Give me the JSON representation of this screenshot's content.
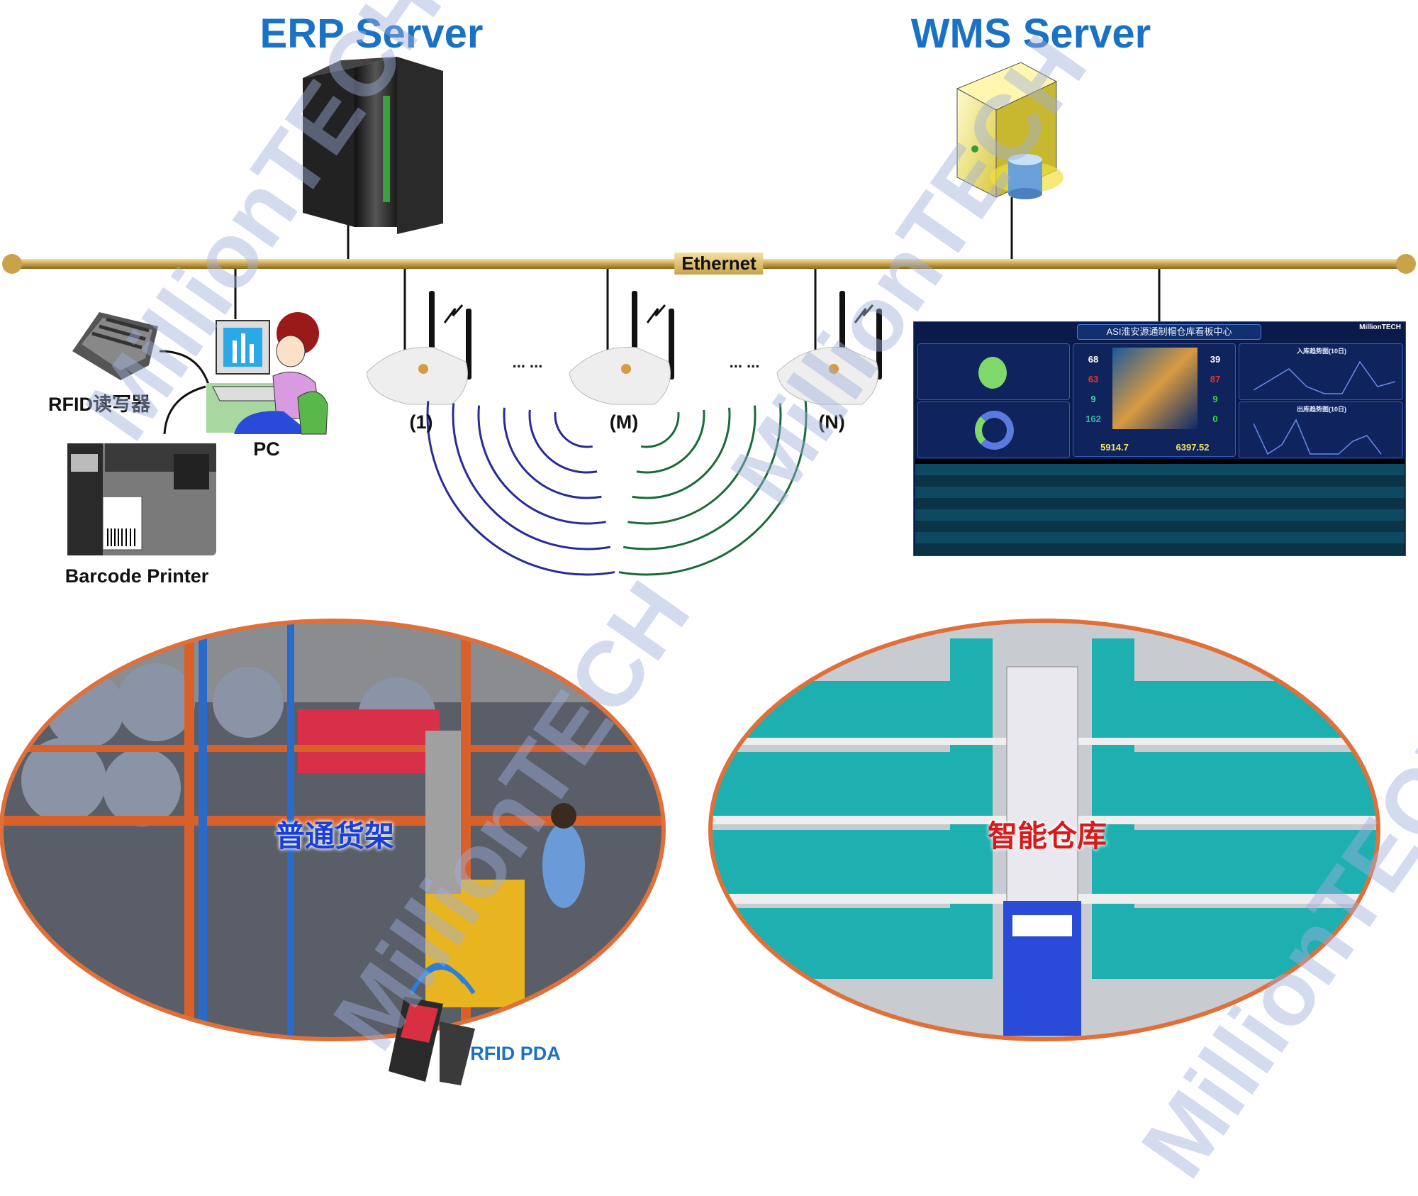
{
  "titles": {
    "erp": "ERP  Server",
    "wms": "WMS Server"
  },
  "network": {
    "ethernet_label": "Ethernet",
    "bar_color": "#c9a24a"
  },
  "devices": {
    "rfid_reader": "RFID读写器",
    "pc": "PC",
    "barcode_printer": "Barcode Printer",
    "access_points": [
      "(1)",
      "(M)",
      "(N)"
    ],
    "ellipsis": "... ...",
    "rfid_pda": "RFID PDA"
  },
  "dashboard": {
    "title": "ASI淮安源通制帽仓库看板中心",
    "brand": "MillionTECH",
    "left_stats": [
      "68",
      "63",
      "9",
      "162"
    ],
    "right_stats": [
      "39",
      "87",
      "9",
      "0"
    ],
    "inbound_weight": "5914.7",
    "outbound_weight": "6397.52",
    "inbound_chart_title": "入库趋势图(10日)",
    "outbound_chart_title": "出库趋势图(10日)"
  },
  "warehouses": {
    "regular_shelves": "普通货架",
    "smart_warehouse": "智能仓库",
    "regular_color": "#1a3fd8",
    "smart_color": "#d81a1a",
    "border_color": "#e0703a"
  },
  "watermark": "MillionTECH",
  "colors": {
    "title": "#1a72c4",
    "wave_left": "#2a2a9a",
    "wave_right": "#1a6a3a"
  }
}
